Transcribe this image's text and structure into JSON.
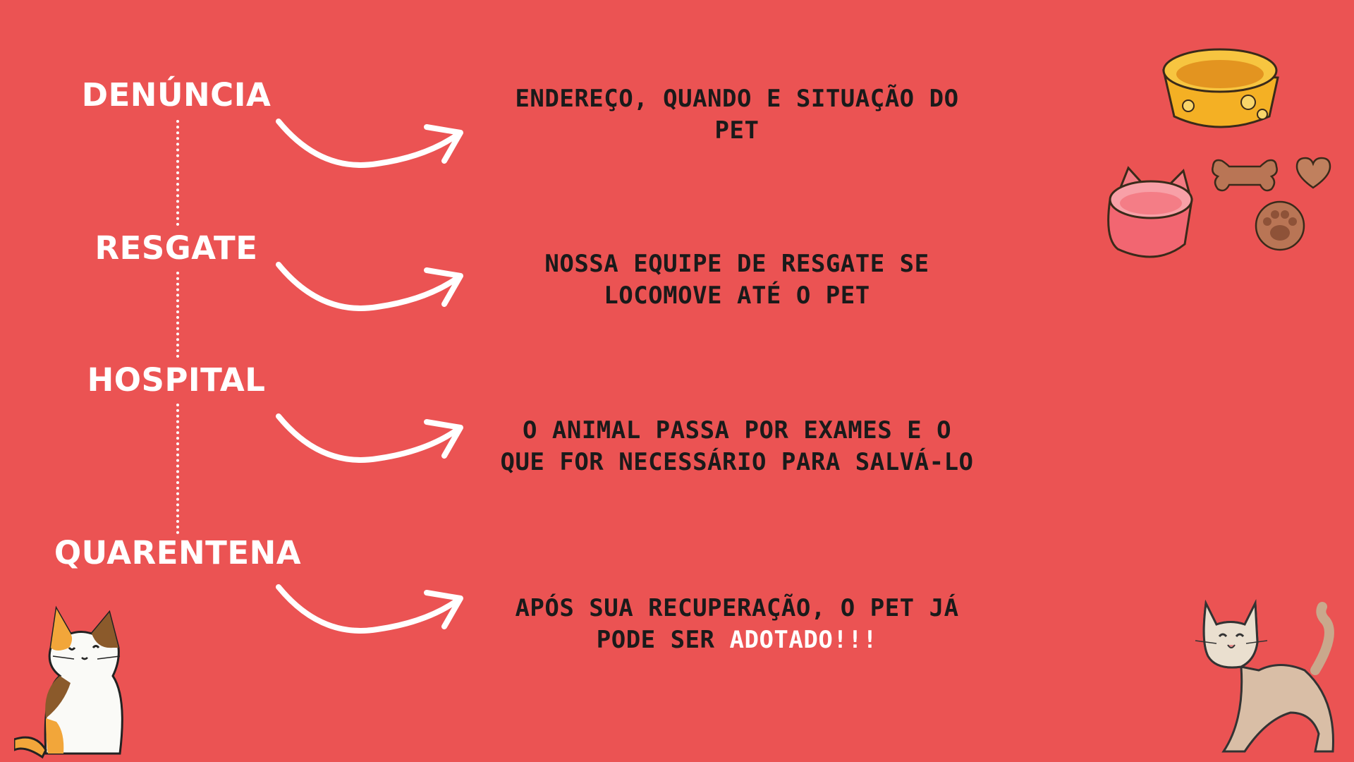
{
  "steps": [
    {
      "label": "DENÚNCIA",
      "description": "ENDEREÇO, QUANDO E SITUAÇÃO DO PET"
    },
    {
      "label": "RESGATE",
      "description": "NOSSA EQUIPE DE RESGATE SE LOCOMOVE ATÉ O PET"
    },
    {
      "label": "HOSPITAL",
      "description": "O ANIMAL PASSA POR EXAMES E O QUE FOR NECESSÁRIO PARA SALVÁ-LO"
    },
    {
      "label": "QUARENTENA",
      "description_before": "APÓS SUA RECUPERAÇÃO, O PET JÁ PODE SER",
      "description_highlight": "ADOTADO!!!"
    }
  ],
  "colors": {
    "background": "#EB5353",
    "label": "#FFFFFF",
    "description": "#1A1A1A",
    "highlight": "#FFFFFF"
  },
  "decorations": [
    "pet-bowl-yellow-icon",
    "pet-bowl-pink-icon",
    "bone-treat-icon",
    "heart-treat-icon",
    "paw-treat-icon",
    "calico-cat-illustration",
    "beige-cat-illustration"
  ]
}
